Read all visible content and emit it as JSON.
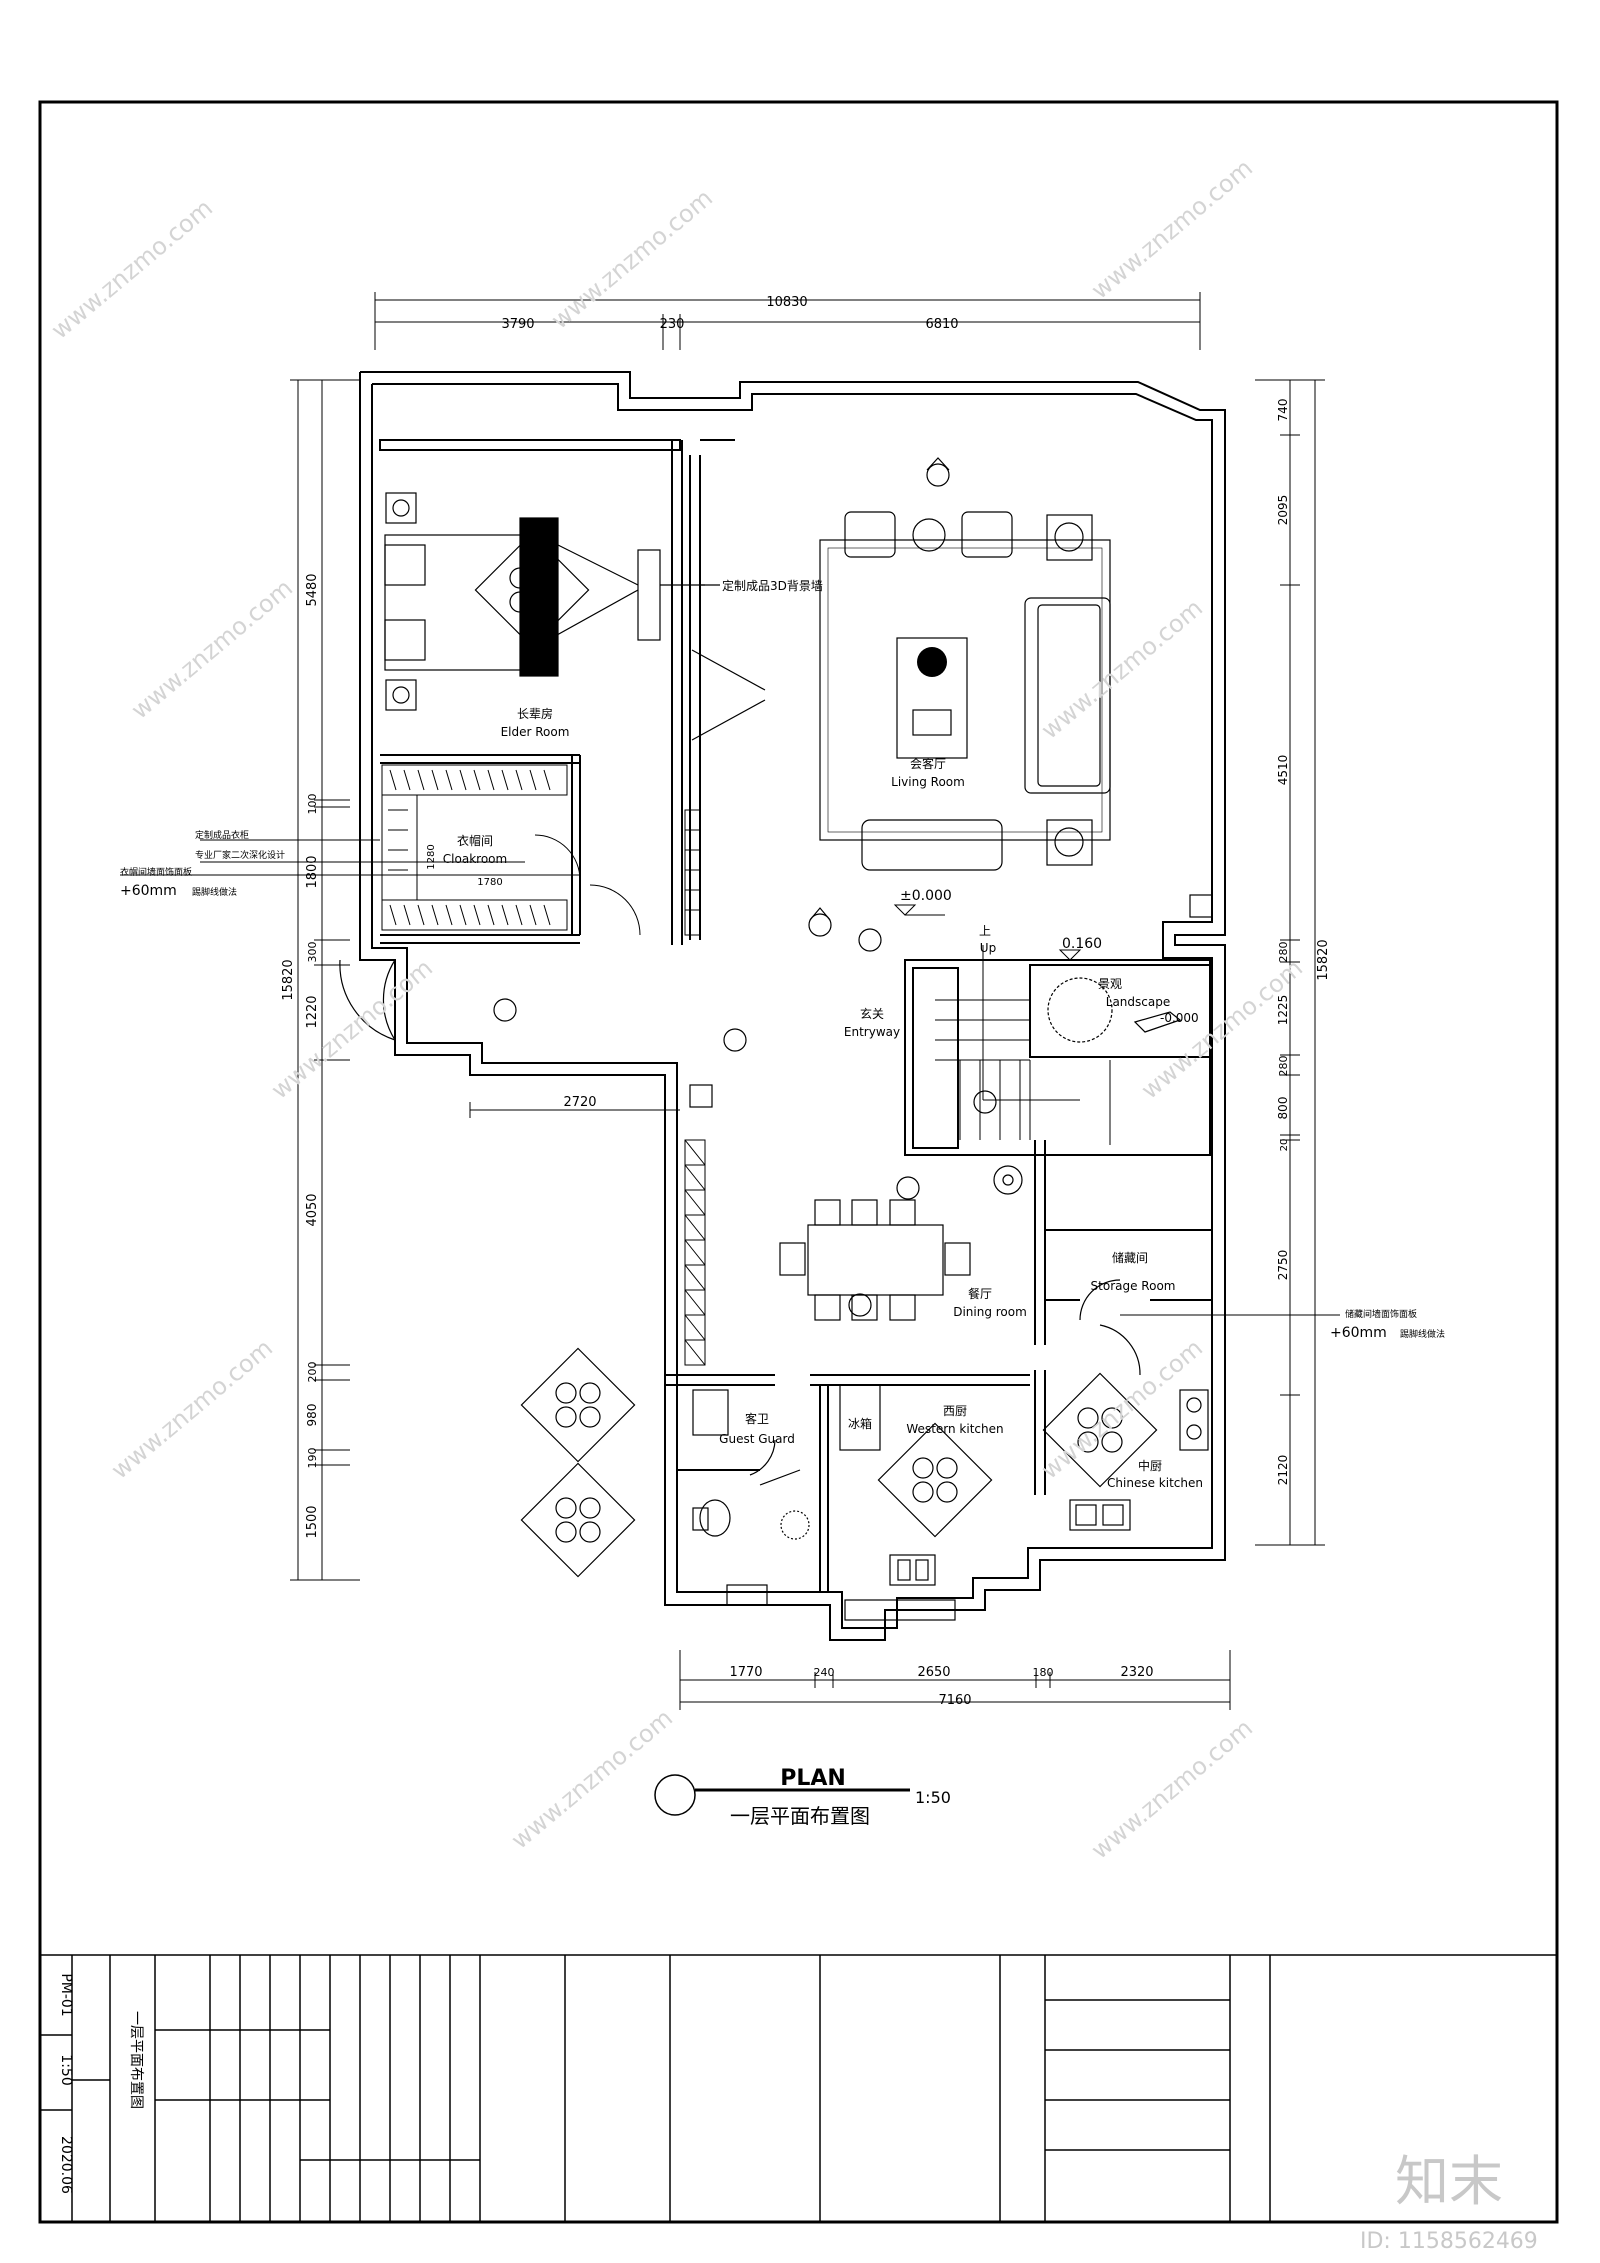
{
  "dimensions": {
    "top_total": "10830",
    "top_a": "3790",
    "top_b": "230",
    "top_c": "6810",
    "left_total": "15820",
    "left_a": "5480",
    "left_b": "100",
    "left_c": "1800",
    "left_d": "300",
    "left_e": "1220",
    "left_f": "4050",
    "left_g": "200",
    "left_h": "980",
    "left_i": "190",
    "left_j": "1500",
    "right_total": "15820",
    "right_a": "740",
    "right_b": "2095",
    "right_c": "4510",
    "right_d": "280",
    "right_e": "1225",
    "right_f": "280",
    "right_g": "800",
    "right_h": "20",
    "right_i": "2750",
    "right_j": "2120",
    "bottom_total": "7160",
    "bottom_a": "1770",
    "bottom_b": "240",
    "bottom_c": "2650",
    "bottom_d": "180",
    "bottom_e": "2320",
    "inner_2720": "2720",
    "inner_1280": "1280",
    "inner_1780": "1780"
  },
  "rooms": {
    "elder_cn": "长辈房",
    "elder_en": "Elder Room",
    "cloak_cn": "衣帽间",
    "cloak_en": "Cloakroom",
    "living_cn": "会客厅",
    "living_en": "Living Room",
    "entry_cn": "玄关",
    "entry_en": "Entryway",
    "landscape_cn": "景观",
    "landscape_en": "Landscape",
    "dining_cn": "餐厅",
    "dining_en": "Dining room",
    "storage_cn": "储藏间",
    "storage_en": "Storage Room",
    "guest_cn": "客卫",
    "guest_en": "Guest Guard",
    "fridge_cn": "冰箱",
    "western_cn": "西厨",
    "western_en": "Western kitchen",
    "chinese_cn": "中厨",
    "chinese_en": "Chinese kitchen"
  },
  "levels": {
    "main": "±0.000",
    "landscape": "0.160",
    "landscape_lower": "-0.000"
  },
  "stair": {
    "cn": "上",
    "en": "Up"
  },
  "notes": {
    "tv_wall": "定制成品3D背景墙",
    "cloak_note_1": "定制成品衣柜",
    "cloak_note_2": "专业厂家二次深化设计",
    "cloak_note_3": "衣帽间墙面饰面板",
    "cloak_plus": "+60mm",
    "cloak_note_4": "踢脚线做法",
    "storage_note": "储藏间墙面饰面板",
    "storage_plus": "+60mm",
    "storage_note_2": "踢脚线做法"
  },
  "title": {
    "plan": "PLAN",
    "scale": "1:50",
    "cn": "一层平面布置图"
  },
  "title_block": {
    "drawing_no": "PM-01",
    "drawing_name": "一层平面布置图",
    "scale": "1:50",
    "date": "2020.06"
  },
  "watermark": {
    "site": "www.znzmo.com",
    "brand": "知末",
    "id": "ID: 1158562469"
  }
}
